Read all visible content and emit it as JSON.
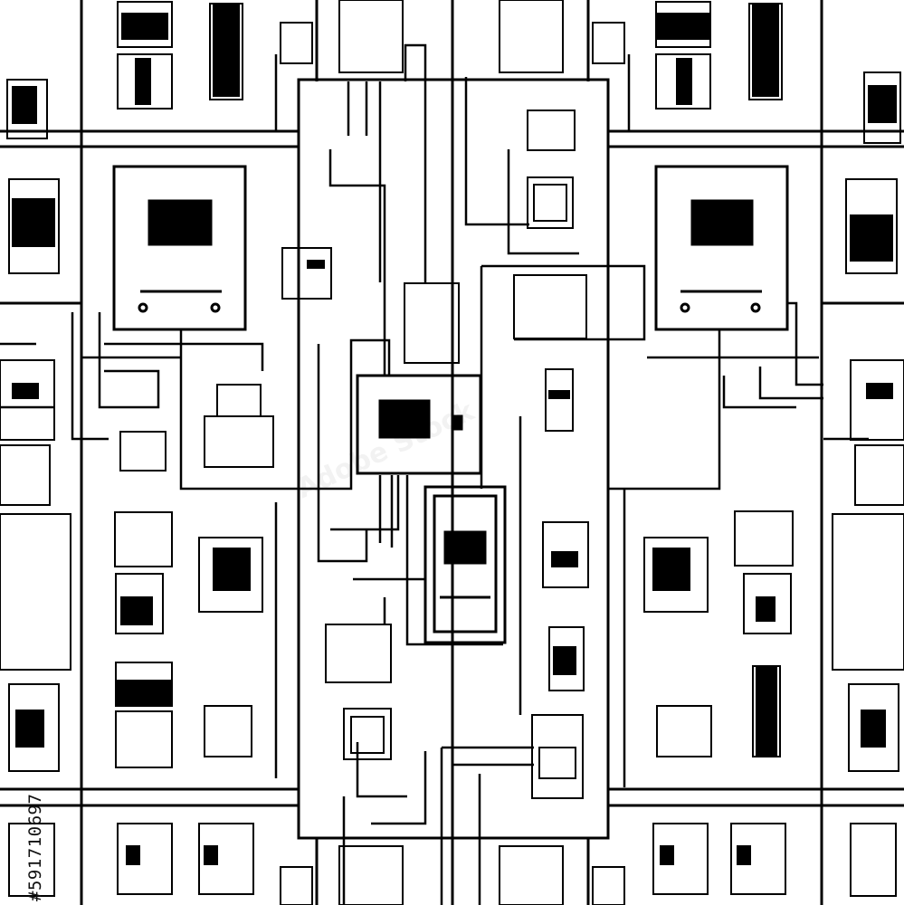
{
  "image": {
    "subject": "seamless black-and-white pattern of electrical panels, meters and wiring",
    "palette": {
      "ink": "#000000",
      "paper": "#ffffff"
    }
  },
  "watermark": {
    "side_text": "#591710697",
    "stock_text": "Adobe Stock"
  }
}
